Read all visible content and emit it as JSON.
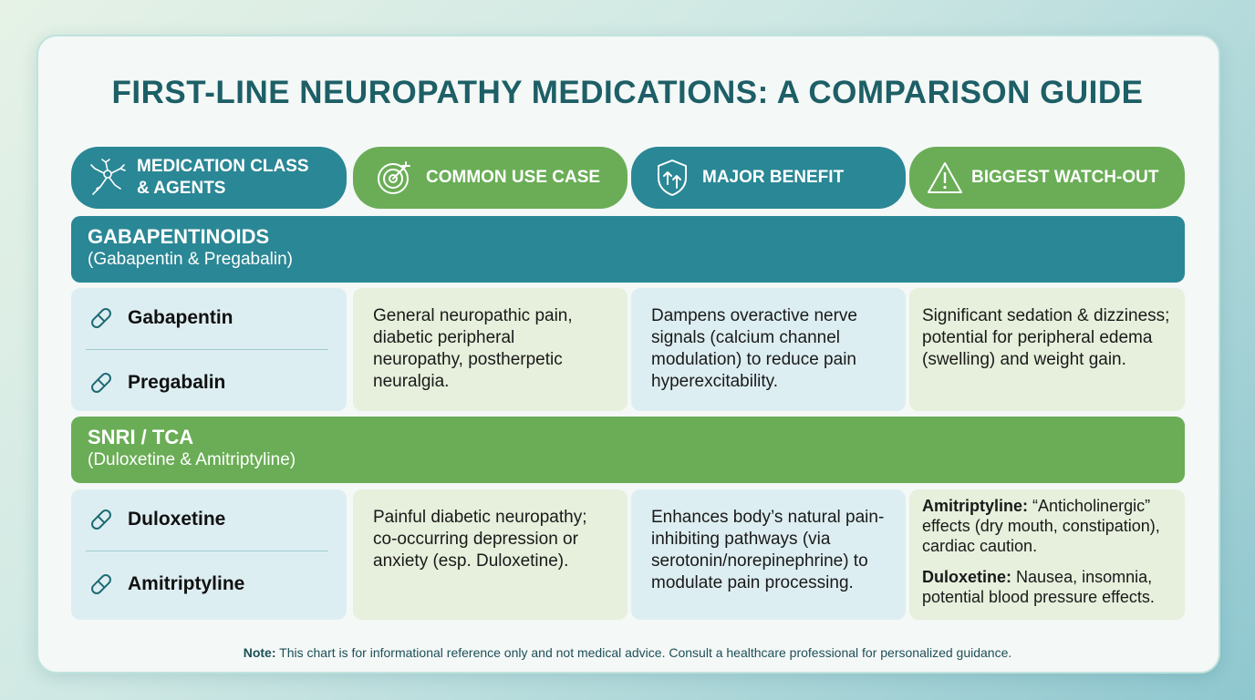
{
  "title": "FIRST-LINE NEUROPATHY MEDICATIONS: A COMPARISON GUIDE",
  "headers": [
    {
      "label_line1": "MEDICATION CLASS",
      "label_line2": "& AGENTS",
      "icon": "neuron-icon"
    },
    {
      "label": "COMMON USE CASE",
      "icon": "target-icon"
    },
    {
      "label": "MAJOR BENEFIT",
      "icon": "shield-arrows-icon"
    },
    {
      "label": "BIGGEST WATCH-OUT",
      "icon": "warning-icon"
    }
  ],
  "groups": [
    {
      "name": "GABAPENTINOIDS",
      "subtitle": "(Gabapentin & Pregabalin)",
      "agents": [
        "Gabapentin",
        "Pregabalin"
      ],
      "use_case": "General neuropathic pain, diabetic peripheral neuropathy, postherpetic neuralgia.",
      "benefit": "Dampens overactive nerve signals (calcium channel modulation) to reduce pain hyperexcitability.",
      "watch_out": "Significant sedation & dizziness; potential for peripheral edema (swelling) and weight gain."
    },
    {
      "name": "SNRI / TCA",
      "subtitle": "(Duloxetine & Amitriptyline)",
      "agents": [
        "Duloxetine",
        "Amitriptyline"
      ],
      "use_case": "Painful diabetic neuropathy; co-occurring depression or anxiety (esp. Duloxetine).",
      "benefit": "Enhances body’s natural pain-inhibiting pathways (via serotonin/norepinephrine) to modulate pain processing.",
      "watch_out_items": [
        {
          "label": "Amitriptyline:",
          "text": "“Anticholinergic” effects (dry mouth, constipation), cardiac caution."
        },
        {
          "label": "Duloxetine:",
          "text": "Nausea, insomnia, potential blood pressure effects."
        }
      ]
    }
  ],
  "note": {
    "label": "Note:",
    "text": "This chart is for informational reference only and not medical advice. Consult a healthcare professional for personalized guidance."
  },
  "colors": {
    "teal": "#2a8795",
    "green": "#6aad56",
    "title": "#1d5f66"
  }
}
